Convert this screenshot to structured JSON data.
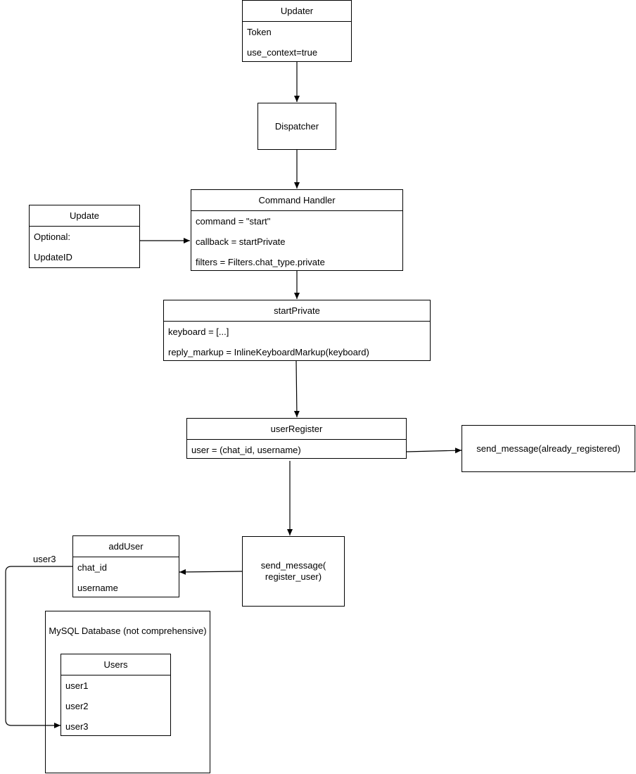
{
  "updater": {
    "title": "Updater",
    "rows": [
      "Token",
      "use_context=true"
    ]
  },
  "dispatcher": {
    "label": "Dispatcher"
  },
  "command_handler": {
    "title": "Command Handler",
    "rows": [
      "command = \"start\"",
      "callback = startPrivate",
      "filters = Filters.chat_type.private"
    ]
  },
  "update": {
    "title": "Update",
    "rows": [
      "Optional:",
      "UpdateID"
    ]
  },
  "start_private": {
    "title": "startPrivate",
    "rows": [
      "keyboard = [...]",
      "reply_markup = InlineKeyboardMarkup(keyboard)"
    ]
  },
  "user_register": {
    "title": "userRegister",
    "rows": [
      "user = (chat_id, username)"
    ]
  },
  "send_already": {
    "label": "send_message(already_registered)"
  },
  "send_register": {
    "line1": "send_message(",
    "line2": "register_user)"
  },
  "add_user": {
    "title": "addUser",
    "rows": [
      "chat_id",
      "username"
    ]
  },
  "edge_label_user3": "user3",
  "database": {
    "title": "MySQL Database (not comprehensive)"
  },
  "users": {
    "title": "Users",
    "rows": [
      "user1",
      "user2",
      "user3"
    ]
  }
}
